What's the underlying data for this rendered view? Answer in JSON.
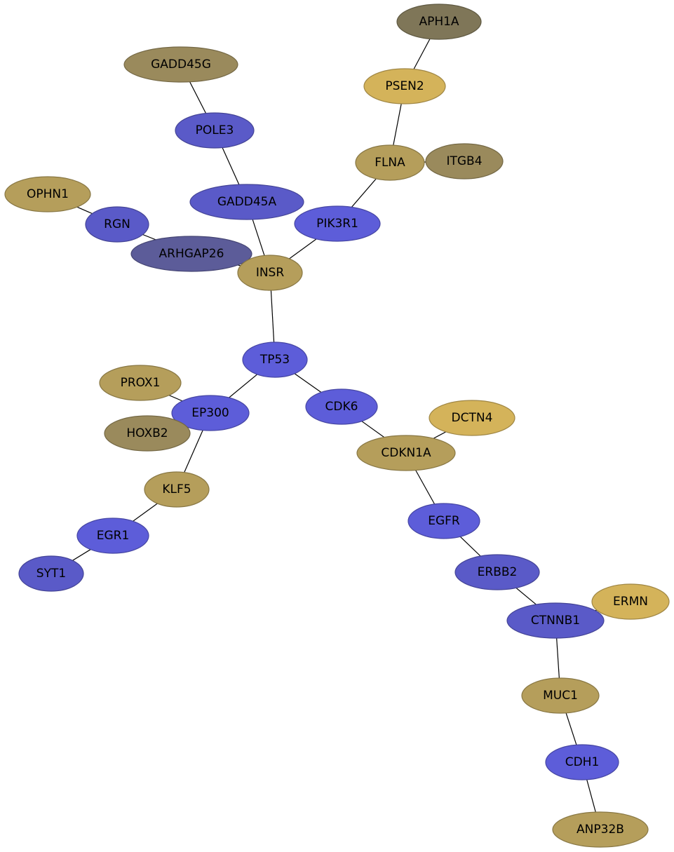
{
  "graph": {
    "node_colors": {
      "blue": "#5a5ac8",
      "bright_blue": "#5d5dd9",
      "gold": "#b59e5b",
      "light_gold": "#d4b35a",
      "olive": "#9a8a5c",
      "dark_olive": "#7f7658",
      "slate": "#5c5c99"
    },
    "nodes": [
      {
        "id": "APH1A",
        "label": "APH1A",
        "color": "dark_olive"
      },
      {
        "id": "PSEN2",
        "label": "PSEN2",
        "color": "light_gold"
      },
      {
        "id": "GADD45G",
        "label": "GADD45G",
        "color": "olive"
      },
      {
        "id": "POLE3",
        "label": "POLE3",
        "color": "blue"
      },
      {
        "id": "FLNA",
        "label": "FLNA",
        "color": "gold"
      },
      {
        "id": "ITGB4",
        "label": "ITGB4",
        "color": "olive"
      },
      {
        "id": "OPHN1",
        "label": "OPHN1",
        "color": "gold"
      },
      {
        "id": "GADD45A",
        "label": "GADD45A",
        "color": "blue"
      },
      {
        "id": "RGN",
        "label": "RGN",
        "color": "blue"
      },
      {
        "id": "PIK3R1",
        "label": "PIK3R1",
        "color": "bright_blue"
      },
      {
        "id": "ARHGAP26",
        "label": "ARHGAP26",
        "color": "slate"
      },
      {
        "id": "INSR",
        "label": "INSR",
        "color": "gold"
      },
      {
        "id": "TP53",
        "label": "TP53",
        "color": "bright_blue"
      },
      {
        "id": "PROX1",
        "label": "PROX1",
        "color": "gold"
      },
      {
        "id": "EP300",
        "label": "EP300",
        "color": "bright_blue"
      },
      {
        "id": "CDK6",
        "label": "CDK6",
        "color": "bright_blue"
      },
      {
        "id": "DCTN4",
        "label": "DCTN4",
        "color": "light_gold"
      },
      {
        "id": "HOXB2",
        "label": "HOXB2",
        "color": "olive"
      },
      {
        "id": "CDKN1A",
        "label": "CDKN1A",
        "color": "gold"
      },
      {
        "id": "KLF5",
        "label": "KLF5",
        "color": "gold"
      },
      {
        "id": "EGFR",
        "label": "EGFR",
        "color": "bright_blue"
      },
      {
        "id": "EGR1",
        "label": "EGR1",
        "color": "bright_blue"
      },
      {
        "id": "ERBB2",
        "label": "ERBB2",
        "color": "blue"
      },
      {
        "id": "SYT1",
        "label": "SYT1",
        "color": "blue"
      },
      {
        "id": "ERMN",
        "label": "ERMN",
        "color": "light_gold"
      },
      {
        "id": "CTNNB1",
        "label": "CTNNB1",
        "color": "blue"
      },
      {
        "id": "MUC1",
        "label": "MUC1",
        "color": "gold"
      },
      {
        "id": "CDH1",
        "label": "CDH1",
        "color": "bright_blue"
      },
      {
        "id": "ANP32B",
        "label": "ANP32B",
        "color": "gold"
      }
    ],
    "edges": [
      [
        "APH1A",
        "PSEN2"
      ],
      [
        "PSEN2",
        "FLNA"
      ],
      [
        "FLNA",
        "ITGB4"
      ],
      [
        "FLNA",
        "PIK3R1"
      ],
      [
        "GADD45G",
        "POLE3"
      ],
      [
        "POLE3",
        "GADD45A"
      ],
      [
        "GADD45A",
        "INSR"
      ],
      [
        "OPHN1",
        "RGN"
      ],
      [
        "RGN",
        "ARHGAP26"
      ],
      [
        "ARHGAP26",
        "INSR"
      ],
      [
        "PIK3R1",
        "INSR"
      ],
      [
        "INSR",
        "TP53"
      ],
      [
        "TP53",
        "EP300"
      ],
      [
        "TP53",
        "CDK6"
      ],
      [
        "PROX1",
        "EP300"
      ],
      [
        "HOXB2",
        "EP300"
      ],
      [
        "EP300",
        "KLF5"
      ],
      [
        "KLF5",
        "EGR1"
      ],
      [
        "EGR1",
        "SYT1"
      ],
      [
        "CDK6",
        "CDKN1A"
      ],
      [
        "DCTN4",
        "CDKN1A"
      ],
      [
        "CDKN1A",
        "EGFR"
      ],
      [
        "EGFR",
        "ERBB2"
      ],
      [
        "ERBB2",
        "CTNNB1"
      ],
      [
        "ERMN",
        "CTNNB1"
      ],
      [
        "CTNNB1",
        "MUC1"
      ],
      [
        "MUC1",
        "CDH1"
      ],
      [
        "CDH1",
        "ANP32B"
      ]
    ]
  }
}
